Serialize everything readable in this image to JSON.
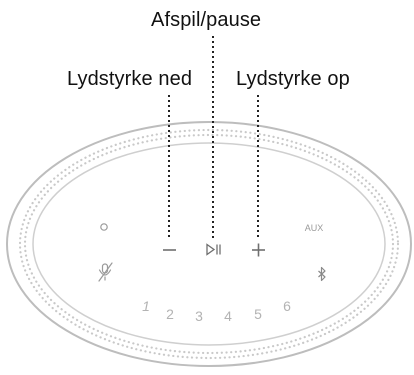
{
  "callouts": {
    "play_pause": "Afspil/pause",
    "volume_down": "Lydstyrke ned",
    "volume_up": "Lydstyrke op"
  },
  "top_panel": {
    "aux_label": "AUX",
    "presets": [
      "1",
      "2",
      "3",
      "4",
      "5",
      "6"
    ],
    "icons": [
      "action-icon",
      "mic-off-icon",
      "volume-down-icon",
      "play-pause-icon",
      "volume-up-icon",
      "bluetooth-icon"
    ]
  },
  "colors": {
    "outline": "#bdbdbd",
    "dots": "#c9c9c9",
    "controls": "#8a8a8a",
    "leader_lines": "#222222"
  }
}
